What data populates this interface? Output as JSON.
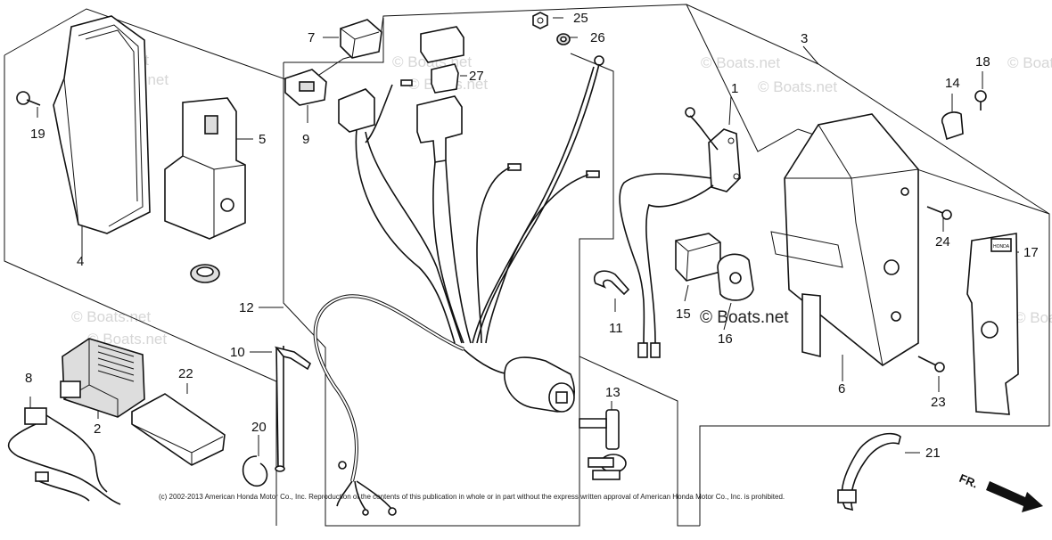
{
  "watermark": "© Boats.net",
  "copyright": "(c) 2002-2013 American Honda Motor Co., Inc. Reproduction of the contents of this publication in whole or in part without the express written approval of American Honda Motor Co., Inc. is prohibited.",
  "direction_label": "FR.",
  "callouts": {
    "c1": "1",
    "c2": "2",
    "c3": "3",
    "c4": "4",
    "c5": "5",
    "c6": "6",
    "c7": "7",
    "c8": "8",
    "c9": "9",
    "c10": "10",
    "c11": "11",
    "c12": "12",
    "c13": "13",
    "c14": "14",
    "c15": "15",
    "c16": "16",
    "c17": "17",
    "c18": "18",
    "c19": "19",
    "c20": "20",
    "c21": "21",
    "c22": "22",
    "c23": "23",
    "c24": "24",
    "c25": "25",
    "c26": "26",
    "c27": "27"
  },
  "plate_label": "HONDA"
}
